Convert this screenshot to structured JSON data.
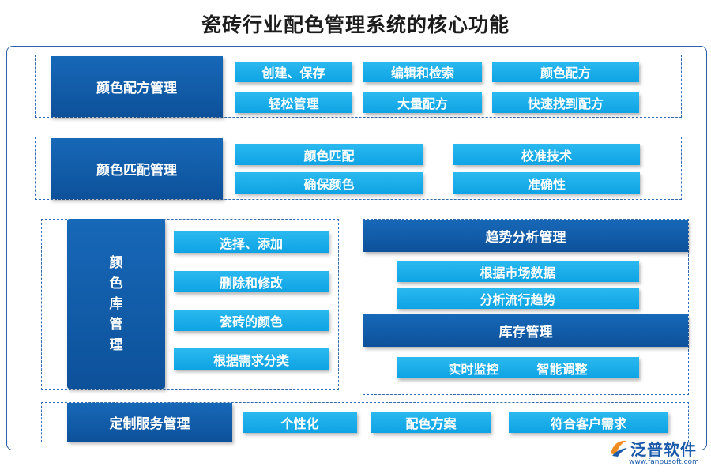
{
  "title": "瓷砖行业配色管理系统的核心功能",
  "sections": {
    "formula": {
      "label": "颜色配方管理",
      "items": [
        "创建、保存",
        "编辑和检索",
        "颜色配方",
        "轻松管理",
        "大量配方",
        "快速找到配方"
      ]
    },
    "matching": {
      "label": "颜色匹配管理",
      "items": [
        "颜色匹配",
        "校准技术",
        "确保颜色",
        "准确性"
      ]
    },
    "library": {
      "label_chars": [
        "颜",
        "色",
        "库",
        "管",
        "理"
      ],
      "items": [
        "选择、添加",
        "删除和修改",
        "瓷砖的颜色",
        "根据需求分类"
      ]
    },
    "trend": {
      "label": "趋势分析管理",
      "items": [
        "根据市场数据",
        "分析流行趋势"
      ]
    },
    "inventory": {
      "label": "库存管理",
      "items": [
        "实时监控",
        "智能调整"
      ]
    },
    "custom": {
      "label": "定制服务管理",
      "items": [
        "个性化",
        "配色方案",
        "符合客户需求"
      ]
    }
  },
  "logo": {
    "name": "泛普软件",
    "url": "www.fanpusoft.com"
  }
}
